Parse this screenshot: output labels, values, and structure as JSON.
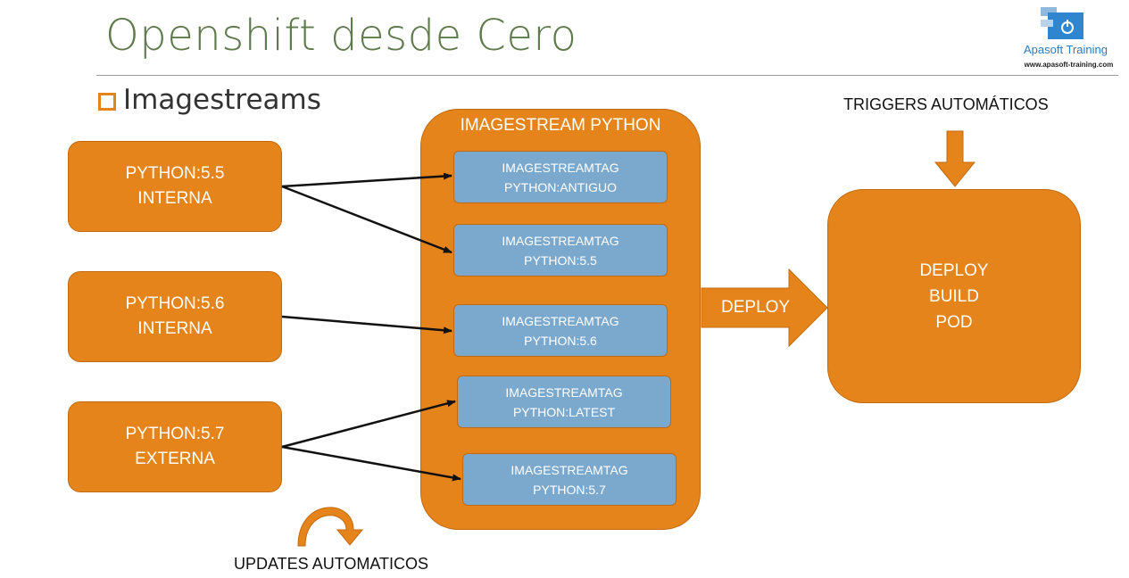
{
  "header": {
    "title": "Openshift desde Cero",
    "subtitle": "Imagestreams"
  },
  "logo": {
    "name": "Apasoft Training",
    "url": "www.apasoft-training.com",
    "icon": "power-icon"
  },
  "sources": [
    {
      "line1": "PYTHON:5.5",
      "line2": "INTERNA"
    },
    {
      "line1": "PYTHON:5.6",
      "line2": "INTERNA"
    },
    {
      "line1": "PYTHON:5.7",
      "line2": "EXTERNA"
    }
  ],
  "imagestream": {
    "title": "IMAGESTREAM PYTHON",
    "tags": [
      {
        "line1": "IMAGESTREAMTAG",
        "line2": "PYTHON:ANTIGUO"
      },
      {
        "line1": "IMAGESTREAMTAG",
        "line2": "PYTHON:5.5"
      },
      {
        "line1": "IMAGESTREAMTAG",
        "line2": "PYTHON:5.6"
      },
      {
        "line1": "IMAGESTREAMTAG",
        "line2": "PYTHON:LATEST"
      },
      {
        "line1": "IMAGESTREAMTAG",
        "line2": "PYTHON:5.7"
      }
    ]
  },
  "deploy_arrow_label": "DEPLOY",
  "target": {
    "lines": [
      "DEPLOY",
      "BUILD",
      "POD"
    ]
  },
  "triggers_label": "TRIGGERS AUTOMÁTICOS",
  "updates_label": "UPDATES AUTOMATICOS",
  "colors": {
    "orange": "#e5841b",
    "tag_blue": "#7ba9cd",
    "title_green": "#5f7a4c"
  }
}
